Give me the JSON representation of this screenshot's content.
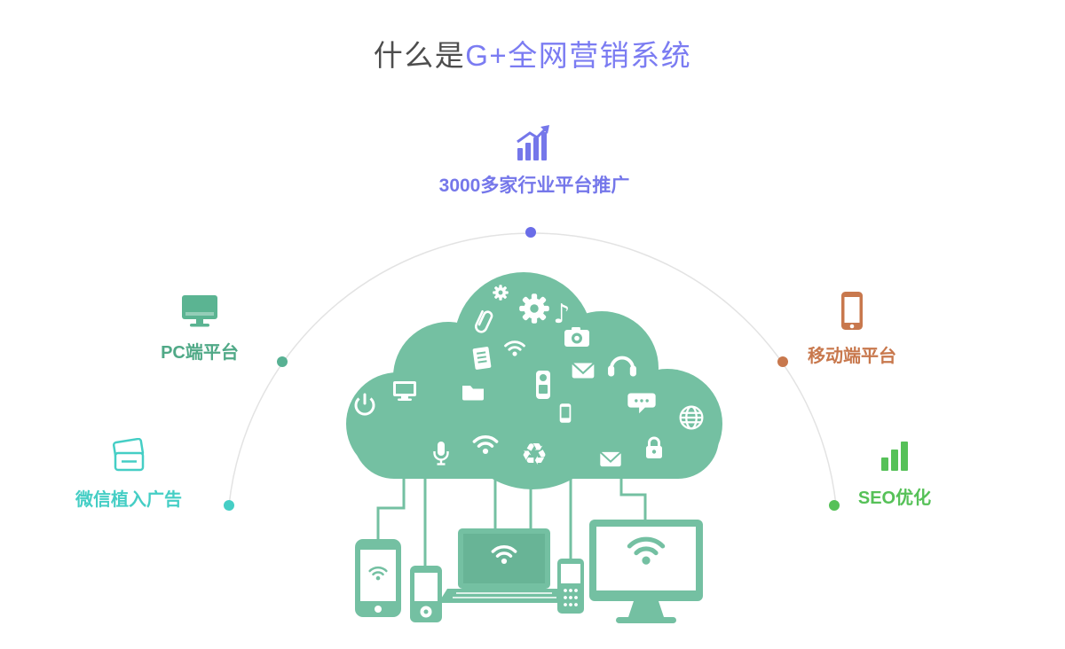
{
  "title": {
    "prefix": "什么是",
    "highlight": "G+全网营销系统"
  },
  "features": [
    {
      "id": "platform-promotion",
      "label": "3000多家行业平台推广",
      "color": "#7577ea",
      "icon": "growth-chart-icon",
      "dot_color": "#6a6de8"
    },
    {
      "id": "pc-platform",
      "label": "PC端平台",
      "color": "#50a987",
      "icon": "desktop-monitor-icon",
      "dot_color": "#58b193"
    },
    {
      "id": "wechat-embedded-ads",
      "label": "微信植入广告",
      "color": "#45cec5",
      "icon": "banknotes-icon",
      "dot_color": "#45cec5"
    },
    {
      "id": "mobile-platform",
      "label": "移动端平台",
      "color": "#c8784d",
      "icon": "smartphone-icon",
      "dot_color": "#c8784d"
    },
    {
      "id": "seo-optimization",
      "label": "SEO优化",
      "color": "#56c158",
      "icon": "bar-chart-icon",
      "dot_color": "#56c158"
    }
  ],
  "illustration": {
    "cloud_color": "#74c0a2",
    "arc_color": "#e3e3e3",
    "cloud_icons": [
      "gear-icon",
      "paperclip-icon",
      "music-note-icon",
      "wifi-icon",
      "camera-icon",
      "envelope-icon",
      "headphones-icon",
      "document-icon",
      "remote-icon",
      "chat-bubble-icon",
      "globe-icon",
      "monitor-icon",
      "power-icon",
      "folder-icon",
      "microphone-icon",
      "recycle-icon",
      "lock-icon",
      "phone-icon"
    ],
    "devices": [
      "smartphone",
      "media-player",
      "laptop",
      "feature-phone",
      "desktop-monitor"
    ],
    "music_note_glyph": "♪",
    "recycle_glyph": "♻"
  }
}
